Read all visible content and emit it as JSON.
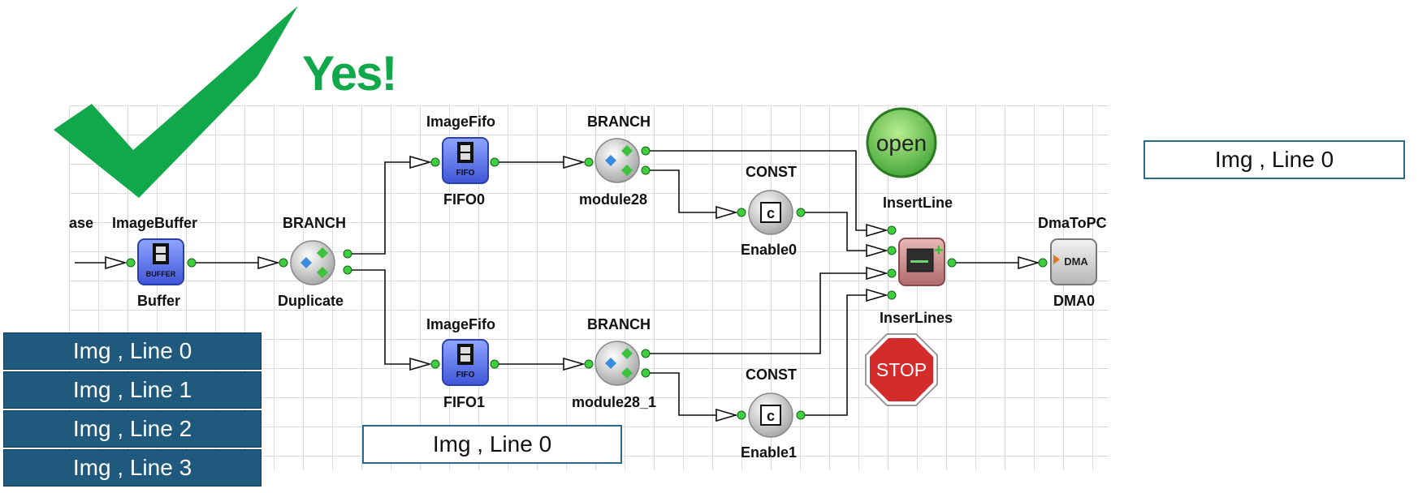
{
  "yes_label": "Yes!",
  "modules": {
    "buffer": {
      "title": "ImageBuffer",
      "name": "Buffer",
      "icon_text": "BUFFER"
    },
    "duplicate": {
      "title": "BRANCH",
      "name": "Duplicate"
    },
    "fifo0": {
      "title": "ImageFifo",
      "name": "FIFO0",
      "icon_text": "FIFO"
    },
    "fifo1": {
      "title": "ImageFifo",
      "name": "FIFO1",
      "icon_text": "FIFO"
    },
    "module28": {
      "title": "BRANCH",
      "name": "module28"
    },
    "module28_1": {
      "title": "BRANCH",
      "name": "module28_1"
    },
    "enable0": {
      "title": "CONST",
      "name": "Enable0",
      "icon_text": "c"
    },
    "enable1": {
      "title": "CONST",
      "name": "Enable1",
      "icon_text": "c"
    },
    "inserter": {
      "title": "InsertLine",
      "name": "InserLines"
    },
    "dma": {
      "title": "DmaToPC",
      "name": "DMA0",
      "icon_text": "DMA"
    },
    "left_cut": {
      "title": "ase"
    }
  },
  "status": {
    "open_label": "open",
    "stop_label": "STOP"
  },
  "line_stack": [
    "Img , Line 0",
    "Img , Line 1",
    "Img , Line 2",
    "Img , Line 3"
  ],
  "mid_box_label": "Img , Line 0",
  "right_box_label": "Img , Line 0",
  "colors": {
    "check_green": "#10a84a",
    "open_green": "#5cbf4a",
    "stop_red": "#d42b2b",
    "stack_blue": "#1f5a7e"
  }
}
